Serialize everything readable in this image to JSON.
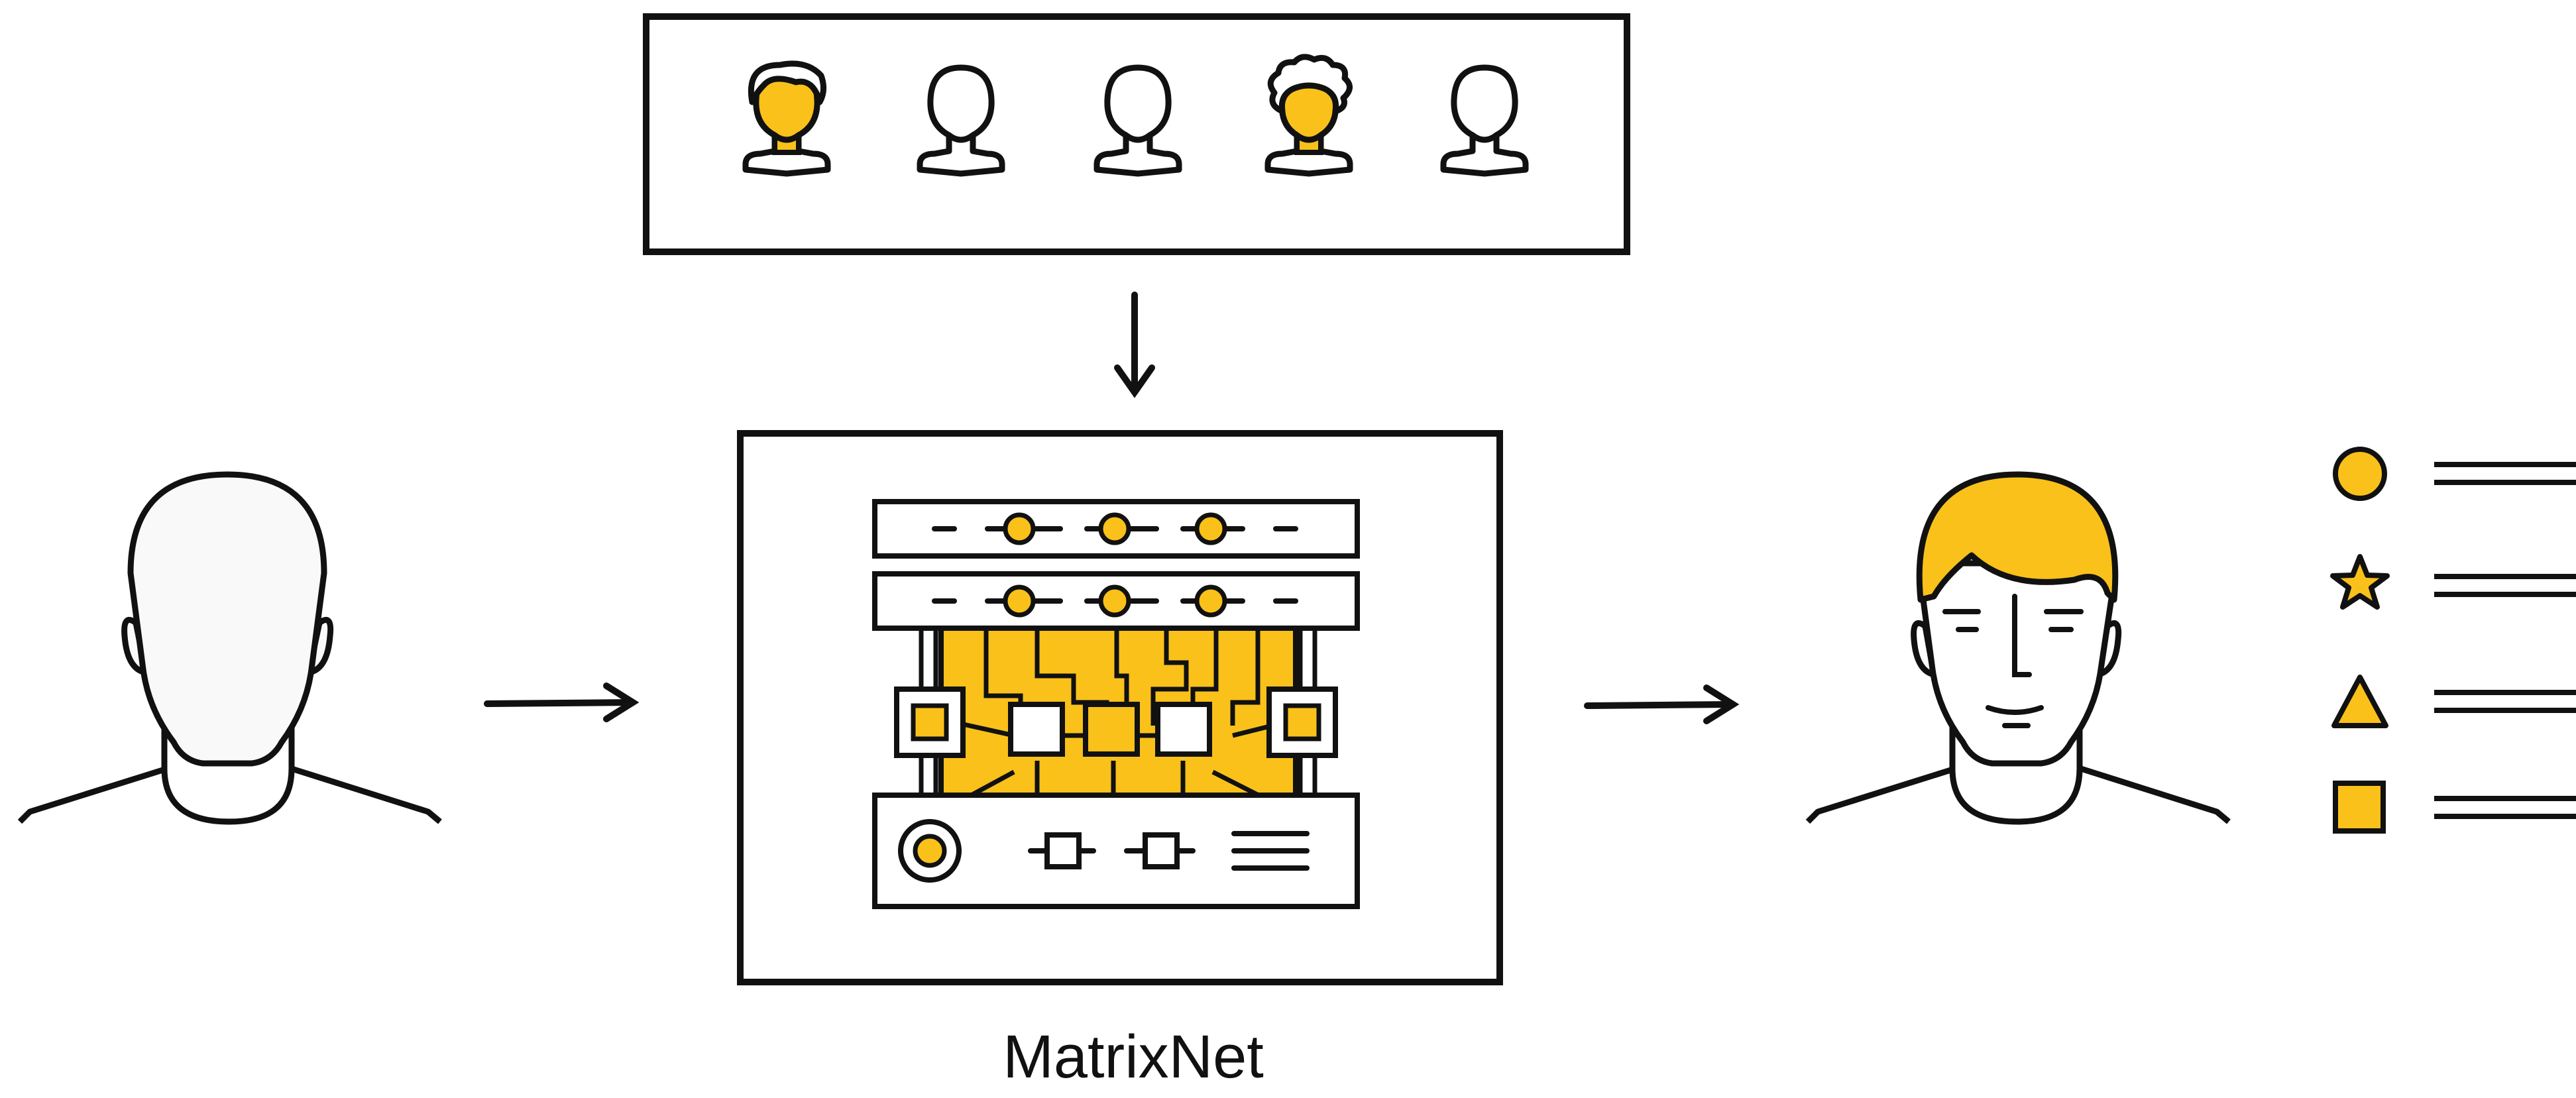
{
  "diagram": {
    "caption": "MatrixNet",
    "colors": {
      "accent": "#F9C11A",
      "stroke": "#111111",
      "face": "#F9F9F9",
      "background": "#FFFFFF"
    },
    "input_people": [
      {
        "style": "short-hair",
        "highlighted": true
      },
      {
        "style": "plain",
        "highlighted": false
      },
      {
        "style": "plain",
        "highlighted": false
      },
      {
        "style": "curly-hair",
        "highlighted": true
      },
      {
        "style": "plain",
        "highlighted": false
      }
    ],
    "output_attribute_icons": [
      "circle-icon",
      "star-icon",
      "triangle-icon",
      "square-icon"
    ]
  }
}
